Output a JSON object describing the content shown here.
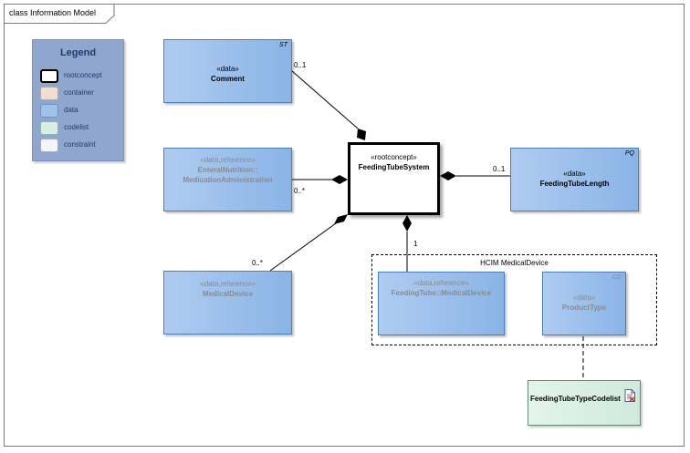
{
  "frame": {
    "title": "class Information Model"
  },
  "legend": {
    "title": "Legend",
    "items": [
      {
        "label": "rootconcept",
        "fill": "#ffffff",
        "border": "#000000"
      },
      {
        "label": "container",
        "fill": "#f3ddd0",
        "border": "#b9a79b"
      },
      {
        "label": "data",
        "fill": "#9fc2ec",
        "border": "#6f93be"
      },
      {
        "label": "codelist",
        "fill": "#d6efe2",
        "border": "#8fb7a2"
      },
      {
        "label": "constraint",
        "fill": "#f4f4fb",
        "border": "#a9abc4"
      }
    ]
  },
  "classes": {
    "comment": {
      "stereotype": "«data»",
      "name": "Comment",
      "corner": "ST"
    },
    "enteral": {
      "stereotype": "«data,reference»",
      "name_line1": "EnteralNutrition::",
      "name_line2": "MedicationAdministration"
    },
    "medical_device": {
      "stereotype": "«data,reference»",
      "name": "MedicalDevice"
    },
    "root": {
      "stereotype": "«rootconcept»",
      "name": "FeedingTubeSystem"
    },
    "length": {
      "stereotype": "«data»",
      "name": "FeedingTubeLength",
      "corner": "PQ"
    },
    "feeding_tube_md": {
      "stereotype": "«data,reference»",
      "name": "FeedingTube::MedicalDevice"
    },
    "product_type": {
      "stereotype": "«data»",
      "name": "ProductType",
      "corner": "CD"
    },
    "codelist": {
      "name": "FeedingTubeTypeCodelist"
    }
  },
  "package": {
    "title": "HCIM MedicalDevice"
  },
  "multiplicities": {
    "comment": "0..1",
    "enteral": "0..*",
    "medical_device": "0..*",
    "length": "0..1",
    "feeding_tube": "1"
  }
}
